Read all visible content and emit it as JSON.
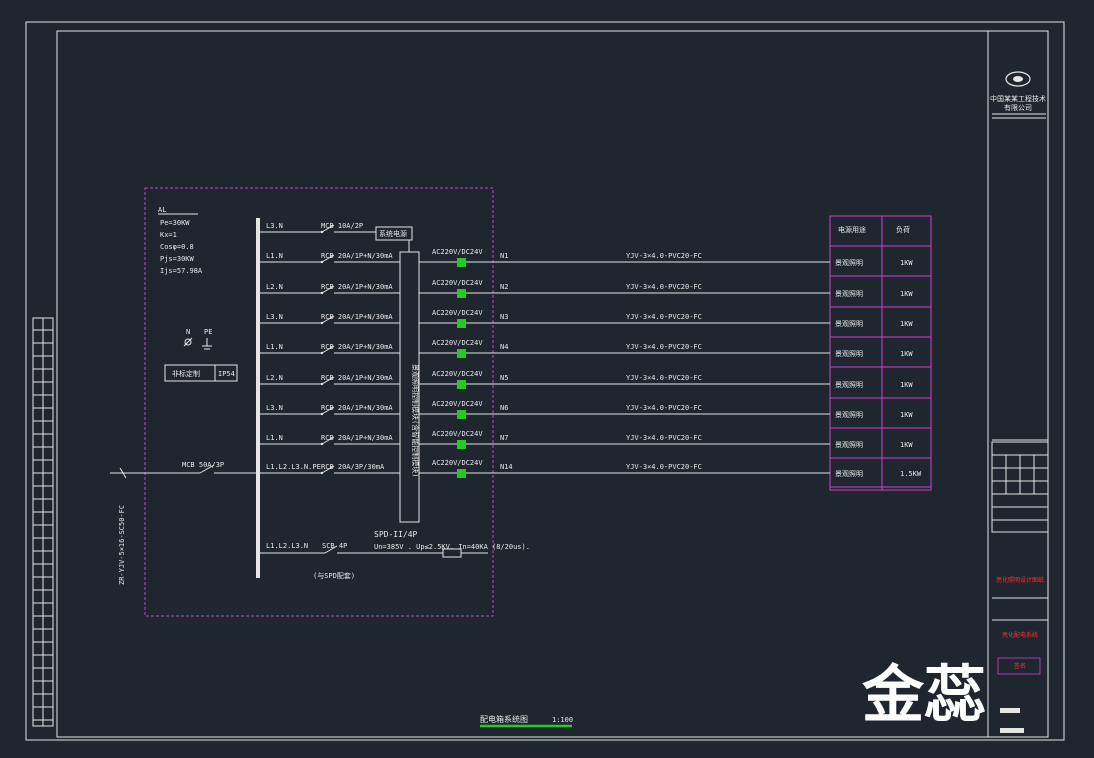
{
  "colors": {
    "background": "#1f2630",
    "line": "#e6e6e6",
    "magenta": "#d23fd2",
    "green": "#22cc22",
    "red": "#ff3030"
  },
  "title_block": {
    "logo_icon": "company-logo",
    "company_line1": "中国某某工程技术",
    "company_line2": "有限公司",
    "project_text": "亮化照明设计图纸",
    "drawing_name": "亮化配电系统",
    "signature_text": "签名"
  },
  "panel": {
    "id": "AL",
    "params": [
      "Pe=30KW",
      "Kx=1",
      "Cosφ=0.8",
      "Pjs=30KW",
      "Ijs=57.98A"
    ],
    "n_label": "N",
    "pe_label": "PE",
    "box_label": "非标定制",
    "ip_label": "IP54",
    "incoming_cable": "ZR-YJV-5×16-SC50-FC",
    "main_breaker": "MCB 50A/3P",
    "module_label": "景观照明控制模块(含智能控制模块)",
    "system_power": "系统电源"
  },
  "circuits": [
    {
      "phase": "L3.N",
      "breaker": "MCB 10A/2P",
      "driver": "",
      "id": "",
      "cable": "",
      "use": "",
      "power": ""
    },
    {
      "phase": "L1.N",
      "breaker": "RCB 20A/1P+N/30mA",
      "driver": "AC220V/DC24V",
      "id": "N1",
      "cable": "YJV-3×4.0-PVC20-FC",
      "use": "景观照明",
      "power": "1KW"
    },
    {
      "phase": "L2.N",
      "breaker": "RCB 20A/1P+N/30mA",
      "driver": "AC220V/DC24V",
      "id": "N2",
      "cable": "YJV-3×4.0-PVC20-FC",
      "use": "景观照明",
      "power": "1KW"
    },
    {
      "phase": "L3.N",
      "breaker": "RCB 20A/1P+N/30mA",
      "driver": "AC220V/DC24V",
      "id": "N3",
      "cable": "YJV-3×4.0-PVC20-FC",
      "use": "景观照明",
      "power": "1KW"
    },
    {
      "phase": "L1.N",
      "breaker": "RCB 20A/1P+N/30mA",
      "driver": "AC220V/DC24V",
      "id": "N4",
      "cable": "YJV-3×4.0-PVC20-FC",
      "use": "景观照明",
      "power": "1KW"
    },
    {
      "phase": "L2.N",
      "breaker": "RCB 20A/1P+N/30mA",
      "driver": "AC220V/DC24V",
      "id": "N5",
      "cable": "YJV-3×4.0-PVC20-FC",
      "use": "景观照明",
      "power": "1KW"
    },
    {
      "phase": "L3.N",
      "breaker": "RCB 20A/1P+N/30mA",
      "driver": "AC220V/DC24V",
      "id": "N6",
      "cable": "YJV-3×4.0-PVC20-FC",
      "use": "景观照明",
      "power": "1KW"
    },
    {
      "phase": "L1.N",
      "breaker": "RCB 20A/1P+N/30mA",
      "driver": "AC220V/DC24V",
      "id": "N7",
      "cable": "YJV-3×4.0-PVC20-FC",
      "use": "景观照明",
      "power": "1KW"
    },
    {
      "phase": "L1.L2.L3.N.PE",
      "breaker": "RCB 20A/3P/30mA",
      "driver": "AC220V/DC24V",
      "id": "N14",
      "cable": "YJV-3×4.0-PVC20-FC",
      "use": "景观照明",
      "power": "1.5KW"
    }
  ],
  "load_table_header": {
    "use": "电源用途",
    "power": "负荷"
  },
  "spd": {
    "phase": "L1.L2.L3.N",
    "breaker": "SCB 4P",
    "name": "SPD-II/4P",
    "spec": "Un=385V . Up≤2.5KV. In=40KA (8/20us).",
    "note": "(与SPD配套)"
  },
  "caption": {
    "title": "配电箱系统图",
    "scale": "1:100"
  },
  "watermark": "金蕊"
}
